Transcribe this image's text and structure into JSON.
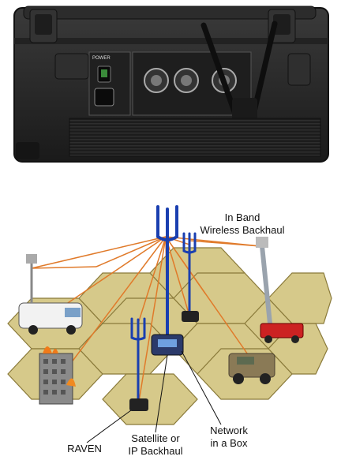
{
  "device": {
    "power_label": "POWER",
    "icons": [
      "power-switch-icon",
      "connector-icon",
      "antenna-icon"
    ]
  },
  "labels": {
    "backhaul": [
      "In Band",
      "Wireless Backhaul"
    ],
    "raven": "RAVEN",
    "satellite": [
      "Satellite or",
      "IP Backhaul"
    ],
    "network": [
      "Network",
      "in a Box"
    ]
  },
  "colors": {
    "case": "#2a2a2a",
    "hex_fill": "#d6c98a",
    "hex_stroke": "#8a7a3a",
    "links": "#e07a2a",
    "tower": "#1a3fb0"
  }
}
